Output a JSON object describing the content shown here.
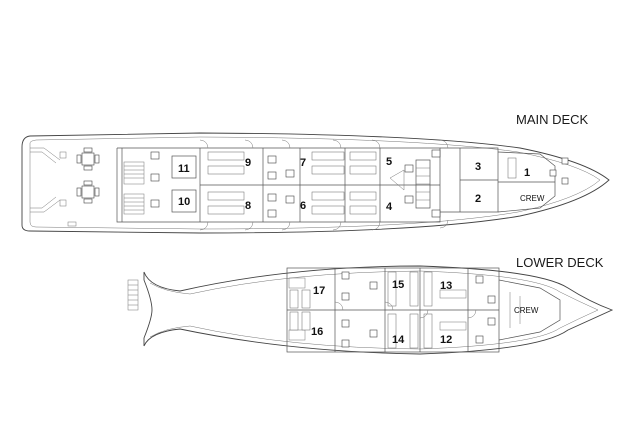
{
  "decks": {
    "main": {
      "title": "MAIN DECK",
      "crew_label": "CREW",
      "cabins": [
        "1",
        "2",
        "3",
        "4",
        "5",
        "6",
        "7",
        "8",
        "9",
        "10",
        "11"
      ]
    },
    "lower": {
      "title": "LOWER DECK",
      "crew_label": "CREW",
      "cabins": [
        "12",
        "13",
        "14",
        "15",
        "16",
        "17"
      ]
    }
  }
}
